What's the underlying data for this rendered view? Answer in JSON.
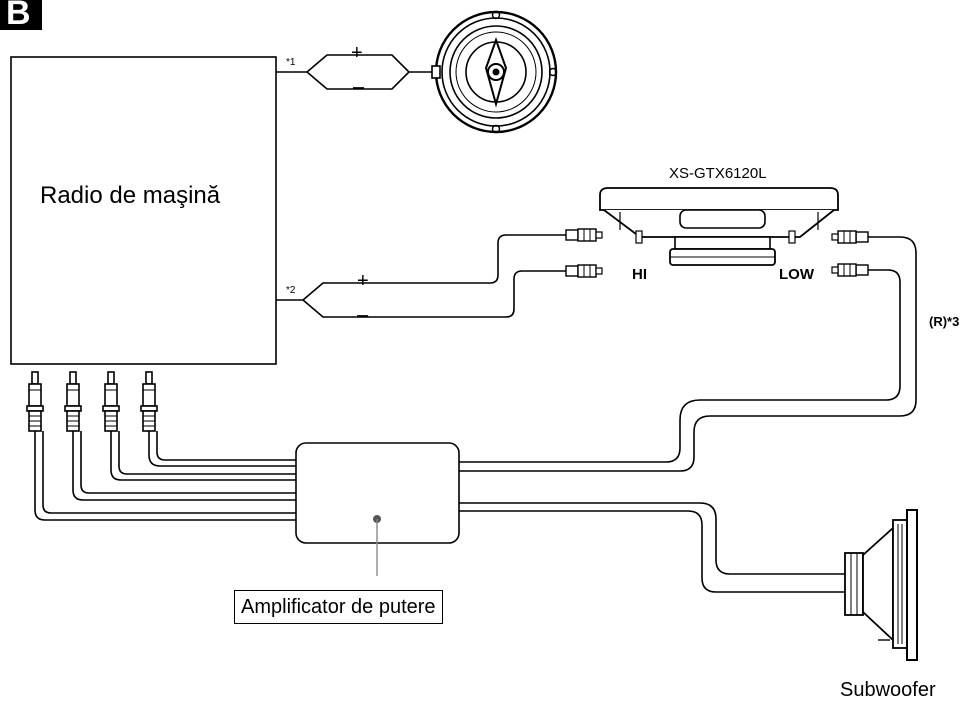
{
  "section_letter": "B",
  "car_radio_label": "Radio de maşină",
  "speaker_model": "XS-GTX6120L",
  "terminal_hi": "HI",
  "terminal_low": "LOW",
  "note_1": "*1",
  "note_2": "*2",
  "r_note": "(R)*3",
  "polarity_plus": "+",
  "polarity_minus": "–",
  "amplifier_label": "Amplificator de putere",
  "subwoofer_label": "Subwoofer"
}
